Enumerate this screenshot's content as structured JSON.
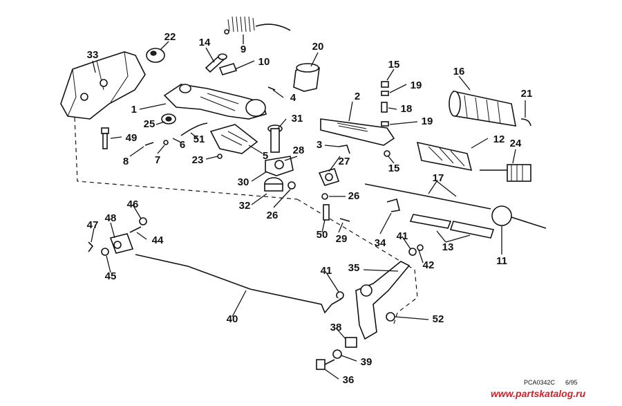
{
  "callouts": [
    {
      "label": "1"
    },
    {
      "label": "2"
    },
    {
      "label": "3"
    },
    {
      "label": "4"
    },
    {
      "label": "5"
    },
    {
      "label": "6"
    },
    {
      "label": "7"
    },
    {
      "label": "8"
    },
    {
      "label": "9"
    },
    {
      "label": "10"
    },
    {
      "label": "11"
    },
    {
      "label": "12"
    },
    {
      "label": "13"
    },
    {
      "label": "14"
    },
    {
      "label": "15"
    },
    {
      "label": "15"
    },
    {
      "label": "16"
    },
    {
      "label": "17"
    },
    {
      "label": "18"
    },
    {
      "label": "19"
    },
    {
      "label": "19"
    },
    {
      "label": "20"
    },
    {
      "label": "21"
    },
    {
      "label": "22"
    },
    {
      "label": "23"
    },
    {
      "label": "24"
    },
    {
      "label": "25"
    },
    {
      "label": "26"
    },
    {
      "label": "26"
    },
    {
      "label": "27"
    },
    {
      "label": "28"
    },
    {
      "label": "29"
    },
    {
      "label": "30"
    },
    {
      "label": "31"
    },
    {
      "label": "32"
    },
    {
      "label": "33"
    },
    {
      "label": "34"
    },
    {
      "label": "35"
    },
    {
      "label": "36"
    },
    {
      "label": "38"
    },
    {
      "label": "39"
    },
    {
      "label": "40"
    },
    {
      "label": "41"
    },
    {
      "label": "41"
    },
    {
      "label": "42"
    },
    {
      "label": "44"
    },
    {
      "label": "45"
    },
    {
      "label": "46"
    },
    {
      "label": "47"
    },
    {
      "label": "48"
    },
    {
      "label": "49"
    },
    {
      "label": "50"
    },
    {
      "label": "51"
    },
    {
      "label": "52"
    }
  ],
  "footer": {
    "drawing_code": "PCA0342C",
    "date_code": "6/95",
    "watermark": "www.partskatalog.ru"
  },
  "colors": {
    "ink": "#111111",
    "watermark": "#d0202a",
    "background": "#ffffff"
  }
}
